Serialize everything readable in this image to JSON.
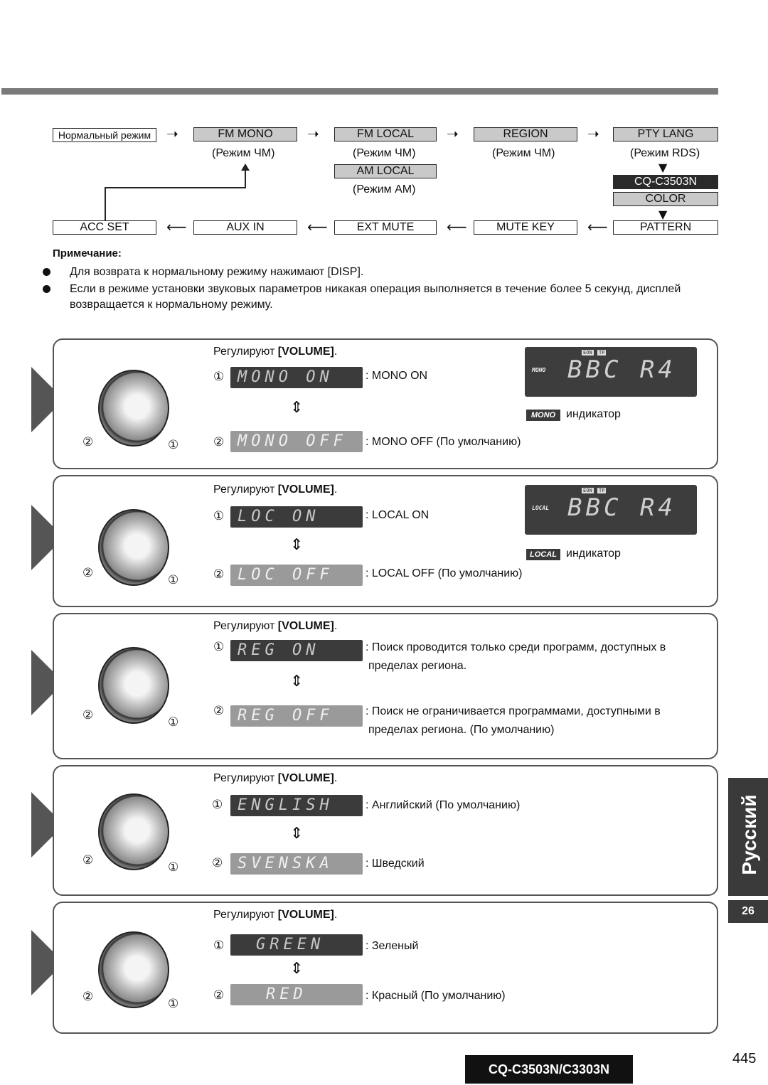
{
  "flow": {
    "normal": "Нормальный режим",
    "fm_mono": "FM MONO",
    "fm_local": "FM LOCAL",
    "region": "REGION",
    "pty_lang": "PTY LANG",
    "mode_fm_1": "(Режим ЧМ)",
    "mode_fm_2": "(Режим ЧМ)",
    "mode_fm_3": "(Режим ЧМ)",
    "mode_rds": "(Режим RDS)",
    "am_local": "AM LOCAL",
    "mode_am": "(Режим AM)",
    "model_tag": "CQ-C3503N",
    "color": "COLOR",
    "acc_set": "ACC SET",
    "aux_in": "AUX IN",
    "ext_mute": "EXT MUTE",
    "mute_key": "MUTE KEY",
    "pattern": "PATTERN"
  },
  "note": {
    "heading": "Примечание:",
    "bullet1": "Для возврата к нормальному режиму нажимают [DISP].",
    "bullet2": "Если в режиме установки звуковых параметров никакая операция выполняется в течение более 5 секунд, дисплей возвращается к нормальному режиму."
  },
  "common": {
    "adjust_prefix": "Регулируют ",
    "volume": "[VOLUME]",
    "adjust_suffix": ".",
    "n1": "①",
    "n2": "②",
    "indicator": "индикатор"
  },
  "panels": [
    {
      "lcd1": "MONO ON",
      "lcd2": "MONO OFF",
      "desc1": ": MONO ON",
      "desc2": ": MONO OFF (По умолчанию)",
      "ind_tag": "MONO",
      "disp_text": "BBC R4",
      "disp_ind": "MONO"
    },
    {
      "lcd1": "LOC ON",
      "lcd2": "LOC OFF",
      "desc1": ": LOCAL ON",
      "desc2": ": LOCAL OFF (По умолчанию)",
      "ind_tag": "LOCAL",
      "disp_text": "BBC R4",
      "disp_ind": "LOCAL"
    },
    {
      "lcd1": "REG ON",
      "lcd2": "REG OFF",
      "desc1a": ": Поиск проводится только среди программ, доступных в",
      "desc1b": "пределах региона.",
      "desc2a": ": Поиск не ограничивается программами, доступными в",
      "desc2b": "пределах региона. (По умолчанию)"
    },
    {
      "lcd1": "ENGLISH",
      "lcd2": "SVENSKA",
      "desc1": ": Английский (По умолчанию)",
      "desc2": ": Шведский"
    },
    {
      "lcd1": "GREEN",
      "lcd2": "RED",
      "desc1": ": Зеленый",
      "desc2": ": Красный (По умолчанию)"
    }
  ],
  "side_tab": "Русский",
  "side_page": "26",
  "footer_model": "CQ-C3503N/C3303N",
  "page_number": "445"
}
